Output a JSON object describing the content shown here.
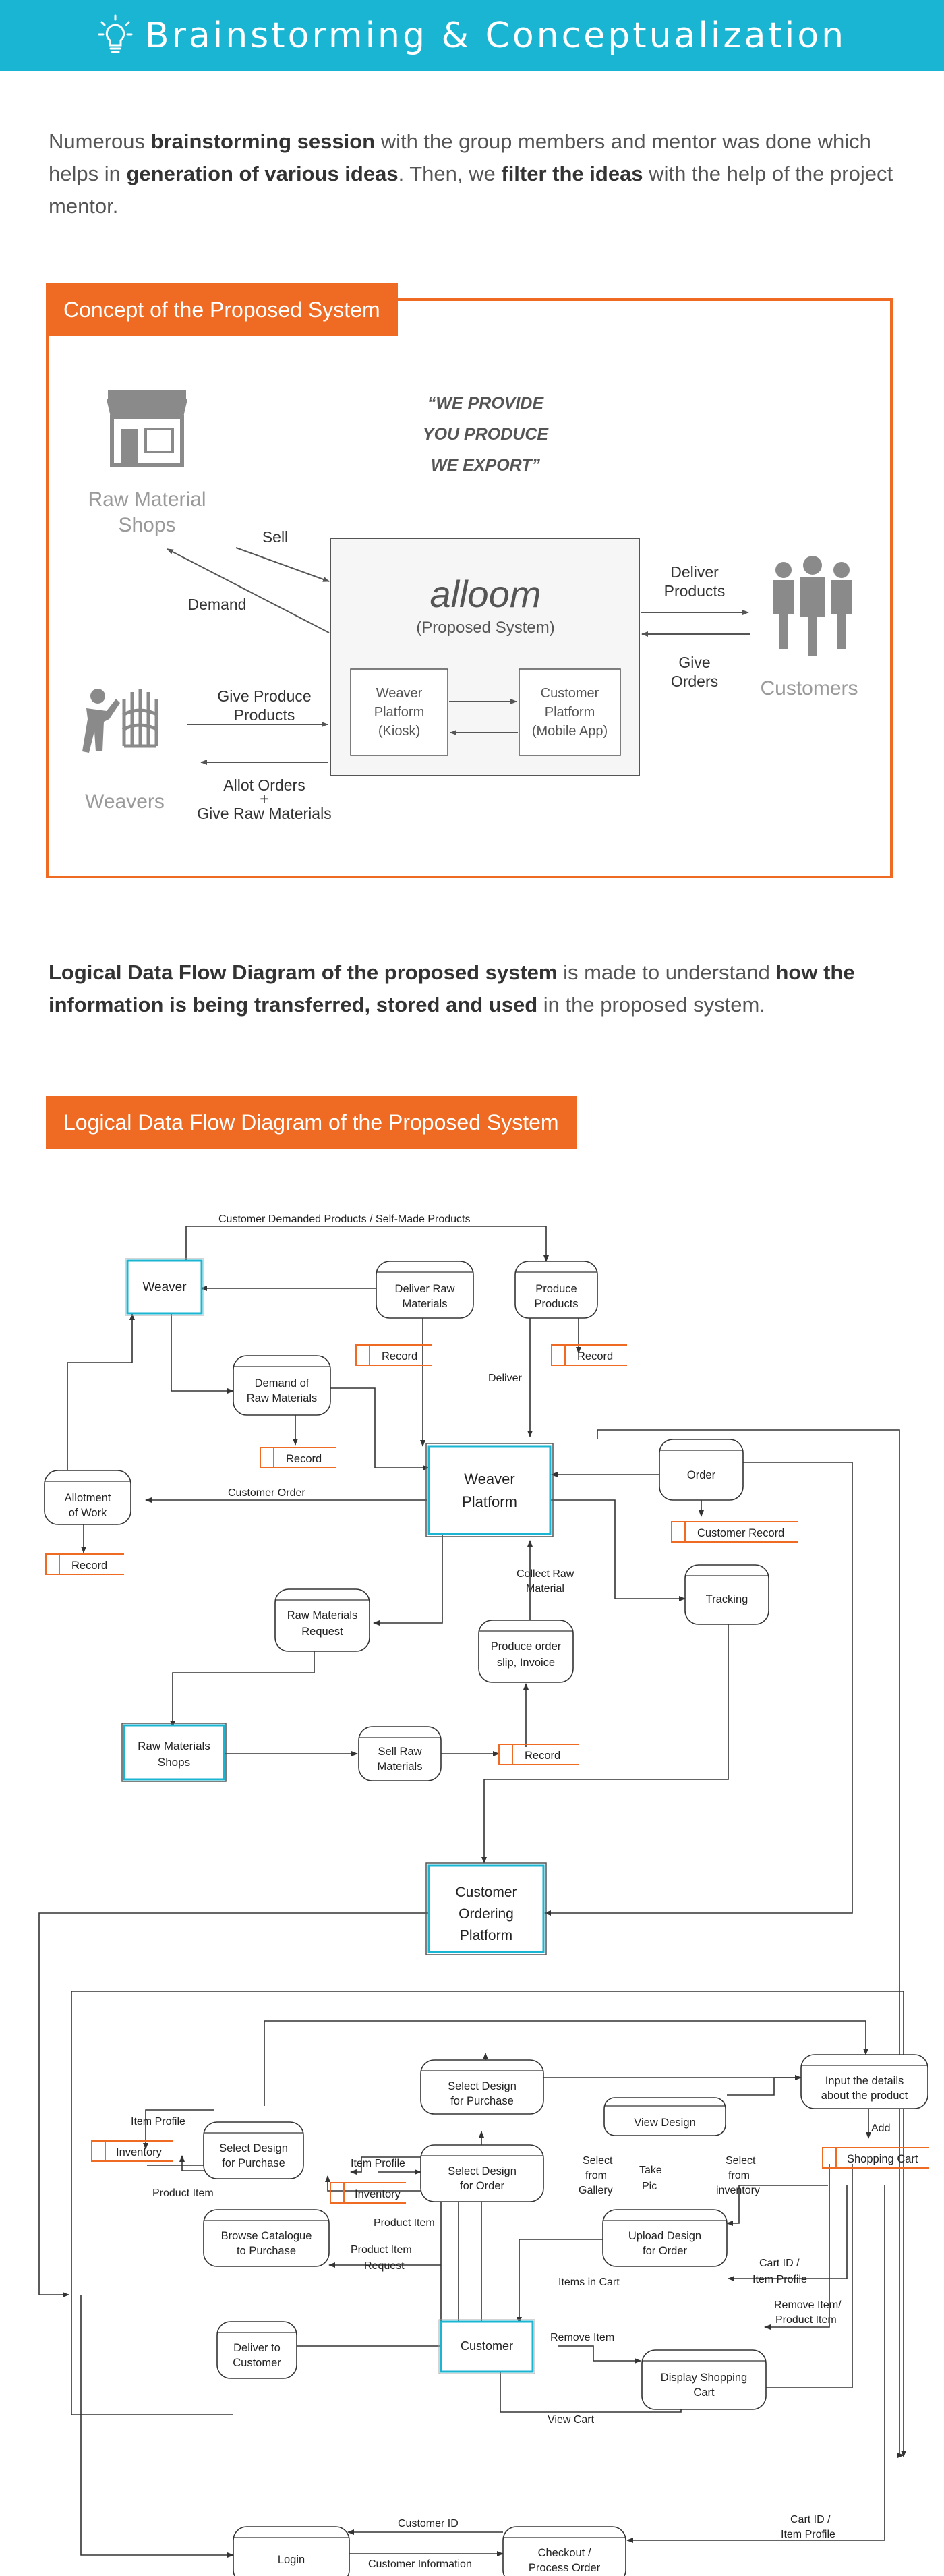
{
  "banner": {
    "title": "Brainstorming & Conceptualization",
    "icon": "lightbulb-icon",
    "color": "#1ab5d2"
  },
  "intro": {
    "t1": "Numerous ",
    "b1": "brainstorming session",
    "t2": " with the group members and mentor was done which helps in ",
    "b2": "generation of various ideas",
    "t3": ". Then, we ",
    "b3": "filter the ideas",
    "t4": " with the help of the project mentor."
  },
  "concept": {
    "tag": "Concept of the Proposed System",
    "accent": "#ef6a22",
    "quote": [
      "“WE PROVIDE",
      "YOU PRODUCE",
      "WE EXPORT”"
    ],
    "raw_shops": [
      "Raw Material",
      "Shops"
    ],
    "weavers": "Weavers",
    "customers": "Customers",
    "logo": "alloom",
    "proposed": "(Proposed System)",
    "weaver_platform": [
      "Weaver",
      "Platform",
      "(Kiosk)"
    ],
    "customer_platform": [
      "Customer",
      "Platform",
      "(Mobile App)"
    ],
    "sell": "Sell",
    "demand": "Demand",
    "give_produce": [
      "Give Produce",
      "Products"
    ],
    "allot": [
      "Allot Orders",
      "+",
      "Give Raw Materials"
    ],
    "deliver": [
      "Deliver",
      "Products"
    ],
    "give_orders": [
      "Give",
      "Orders"
    ]
  },
  "ldfd_intro": {
    "b1": "Logical Data Flow Diagram of the proposed system",
    "t1": " is made to understand ",
    "b2": "how the information is being transferred, stored and used",
    "t2": " in the proposed system."
  },
  "dfd": {
    "tag": "Logical Data Flow Diagram of the Proposed System",
    "entity_color": "#1ab5d2",
    "store_color": "#ef6a22",
    "entities": {
      "weaver": [
        "Weaver"
      ],
      "weaver_platform": [
        "Weaver",
        "Platform"
      ],
      "raw_shops": [
        "Raw Materials",
        "Shops"
      ],
      "customer_ordering": [
        "Customer",
        "Ordering",
        "Platform"
      ],
      "customer": [
        "Customer"
      ]
    },
    "processes": {
      "deliver_raw": [
        "Deliver Raw",
        "Materials"
      ],
      "produce_products": [
        "Produce",
        "Products"
      ],
      "demand_raw": [
        "Demand of",
        "Raw Materials"
      ],
      "order": [
        "Order"
      ],
      "allotment": [
        "Allotment",
        "of Work"
      ],
      "tracking": [
        "Tracking"
      ],
      "raw_request": [
        "Raw Materials",
        "Request"
      ],
      "produce_slip": [
        "Produce order",
        "slip, Invoice"
      ],
      "sell_raw": [
        "Sell Raw",
        "Materials"
      ],
      "select_purchase_top": [
        "Select Design",
        "for Purchase"
      ],
      "input_details": [
        "Input the details",
        "about the product"
      ],
      "view_design": [
        "View Design"
      ],
      "select_purchase_left": [
        "Select Design",
        "for Purchase"
      ],
      "select_order": [
        "Select Design",
        "for Order"
      ],
      "browse": [
        "Browse Catalogue",
        "to Purchase"
      ],
      "upload": [
        "Upload Design",
        "for Order"
      ],
      "deliver_customer": [
        "Deliver to",
        "Customer"
      ],
      "display_cart": [
        "Display Shopping",
        "Cart"
      ],
      "login": [
        "Login"
      ],
      "checkout": [
        "Checkout /",
        "Process Order"
      ]
    },
    "stores": {
      "record1": "Record",
      "record2": "Record",
      "record3": "Record",
      "record4": "Record",
      "customer_record": "Customer Record",
      "record5": "Record",
      "inventory1": "Inventory",
      "inventory2": "Inventory",
      "shopping_cart": "Shopping Cart"
    },
    "flows": {
      "customer_demanded": "Customer Demanded Products / Self-Made Products",
      "deliver": "Deliver",
      "customer_order": "Customer Order",
      "collect_raw": [
        "Collect Raw",
        "Material"
      ],
      "item_profile1": "Item Profile",
      "product_item1": "Product Item",
      "item_profile2": "Item Profile",
      "product_item2": "Product Item",
      "product_item_request": [
        "Product Item",
        "Request"
      ],
      "select_from_gallery": [
        "Select",
        "from",
        "Gallery"
      ],
      "take_pic": [
        "Take",
        "Pic"
      ],
      "select_from_inventory": [
        "Select",
        "from",
        "inventory"
      ],
      "add": "Add",
      "cart_item_profile1": [
        "Cart ID /",
        "Item Profile"
      ],
      "items_in_cart": "Items in Cart",
      "remove_item": "Remove Item",
      "remove_item_product": [
        "Remove Item/",
        "Product Item"
      ],
      "view_cart": "View Cart",
      "customer_id": "Customer ID",
      "customer_information": "Customer Information",
      "cart_item_profile2": [
        "Cart ID /",
        "Item Profile"
      ]
    }
  }
}
